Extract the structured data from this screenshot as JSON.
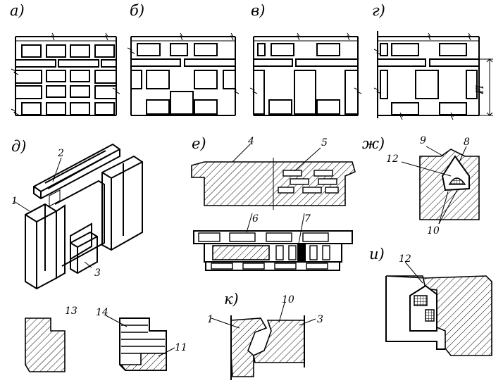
{
  "panel_labels": {
    "a": "а)",
    "b": "б)",
    "v": "в)",
    "g": "г)",
    "d": "д)",
    "e": "е)",
    "zh": "ж)",
    "i": "и)",
    "k": "к)"
  },
  "dimension_label": "H",
  "callouts": {
    "c1_d": "1",
    "c2": "2",
    "c3_d": "3",
    "c4": "4",
    "c5": "5",
    "c6": "6",
    "c7": "7",
    "c8": "8",
    "c9": "9",
    "c10_zh": "10",
    "c11": "11",
    "c12_zh": "12",
    "c12_i": "12",
    "c13": "13",
    "c14": "14",
    "c1_k": "1",
    "c10_k": "10",
    "c3_k": "3"
  }
}
